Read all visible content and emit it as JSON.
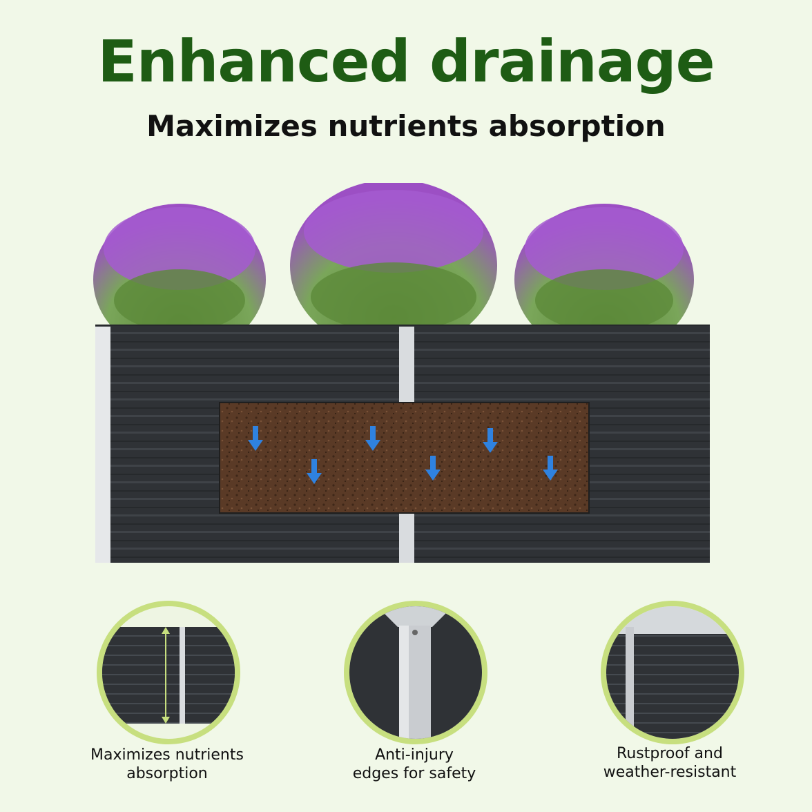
{
  "headline": "Enhanced drainage",
  "subheadline": "Maximizes nutrients absorption",
  "colors": {
    "headline": "#1e5c14",
    "background": "#f1f8e8",
    "planter": "#2f3236",
    "soil": "#5a3a26",
    "arrow": "#2f82e0",
    "ring": "#c7df7f",
    "flower": "#9c4fc4"
  },
  "features": [
    {
      "line1": "Maximizes nutrients",
      "line2": "absorption"
    },
    {
      "line1": "Anti-injury",
      "line2": "edges for safety"
    },
    {
      "line1": "Rustproof and",
      "line2": "weather-resistant"
    }
  ]
}
